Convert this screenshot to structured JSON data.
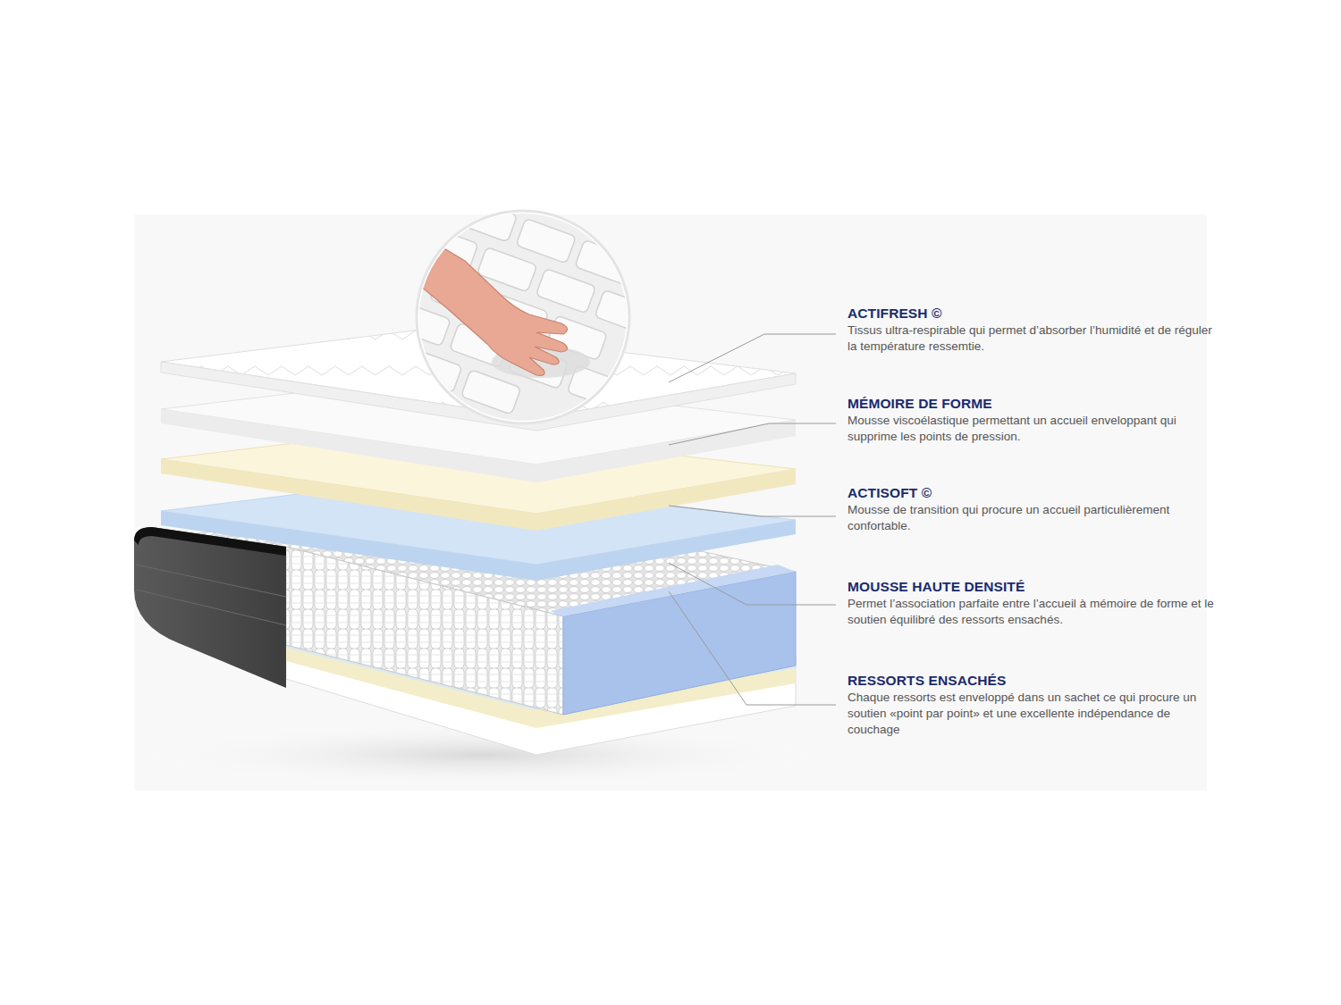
{
  "diagram": {
    "labels": [
      "ACTIFRESH ©",
      "Tissus ultra-respirable qui permet d’absorber l’humidité et de réguler la température ressemtie.",
      "MÉMOIRE DE FORME",
      "Mousse viscoélastique permettant un accueil enveloppant qui supprime les points de pression.",
      "ACTISOFT ©",
      "Mousse de transition qui procure un accueil particulièrement confortable.",
      "MOUSSE HAUTE DENSITÉ",
      "Permet l’association parfaite entre l’accueil à mémoire de forme et le soutien équilibré des ressorts ensachés.",
      "RESSORTS ENSACHÉS",
      "Chaque ressorts est enveloppé dans un sachet ce qui procure un soutien «point par point» et une excellente indépendance de couchage"
    ]
  }
}
